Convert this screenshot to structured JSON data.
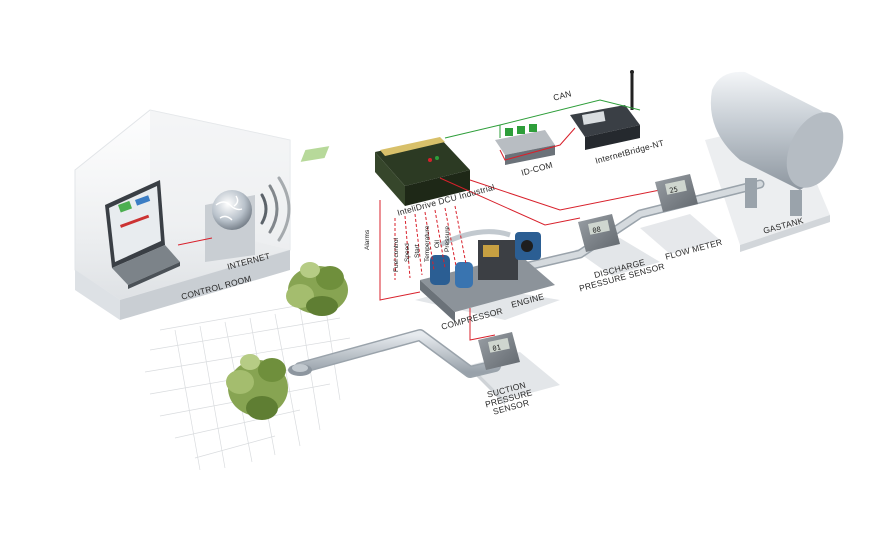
{
  "labels": {
    "control_room": "CONTROL ROOM",
    "internet": "INTERNET",
    "can": "CAN",
    "id_com": "ID-COM",
    "internet_bridge": "InternetBridge-NT",
    "intellidrive": "InteliDrive DCU Industrial",
    "compressor": "COMPRESSOR",
    "engine": "ENGINE",
    "discharge_sensor": "DISCHARGE\nPRESSURE SENSOR",
    "flow_meter": "FLOW METER",
    "gastank": "GASTANK",
    "suction_sensor": "SUCTION\nPRESSURE\nSENSOR"
  },
  "signals": [
    "Fuel control",
    "Speed",
    "Start",
    "Temperature",
    "Oil",
    "Pressure",
    "Alarms"
  ],
  "sensor_readings": {
    "suction": "01",
    "discharge": "08",
    "flow": "25"
  },
  "colors": {
    "signal_line": "#d8202b",
    "can_line": "#2e9e3a",
    "pipe": "#c7cdd3",
    "pipe_shadow": "#9aa3ab",
    "platform": "#e3e6e9",
    "controller": "#2c3a23",
    "motor_blue": "#2b5e93",
    "foliage": "#6f8f3c"
  },
  "icons": {
    "wifi": "wifi-waves-icon",
    "globe": "globe-icon",
    "laptop": "laptop-icon",
    "antenna": "antenna-icon"
  }
}
